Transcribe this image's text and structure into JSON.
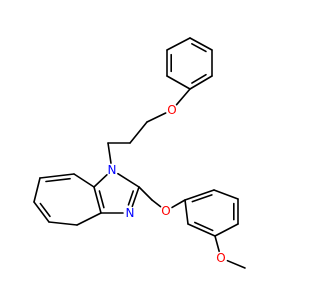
{
  "molecule": {
    "atom_labels": {
      "n1": "N",
      "n3": "N",
      "o_chain": "O",
      "o_ether": "O",
      "o_methoxy": "O"
    },
    "colors": {
      "bond": "#000000",
      "nitrogen": "#0000ff",
      "oxygen": "#ff0000"
    }
  }
}
